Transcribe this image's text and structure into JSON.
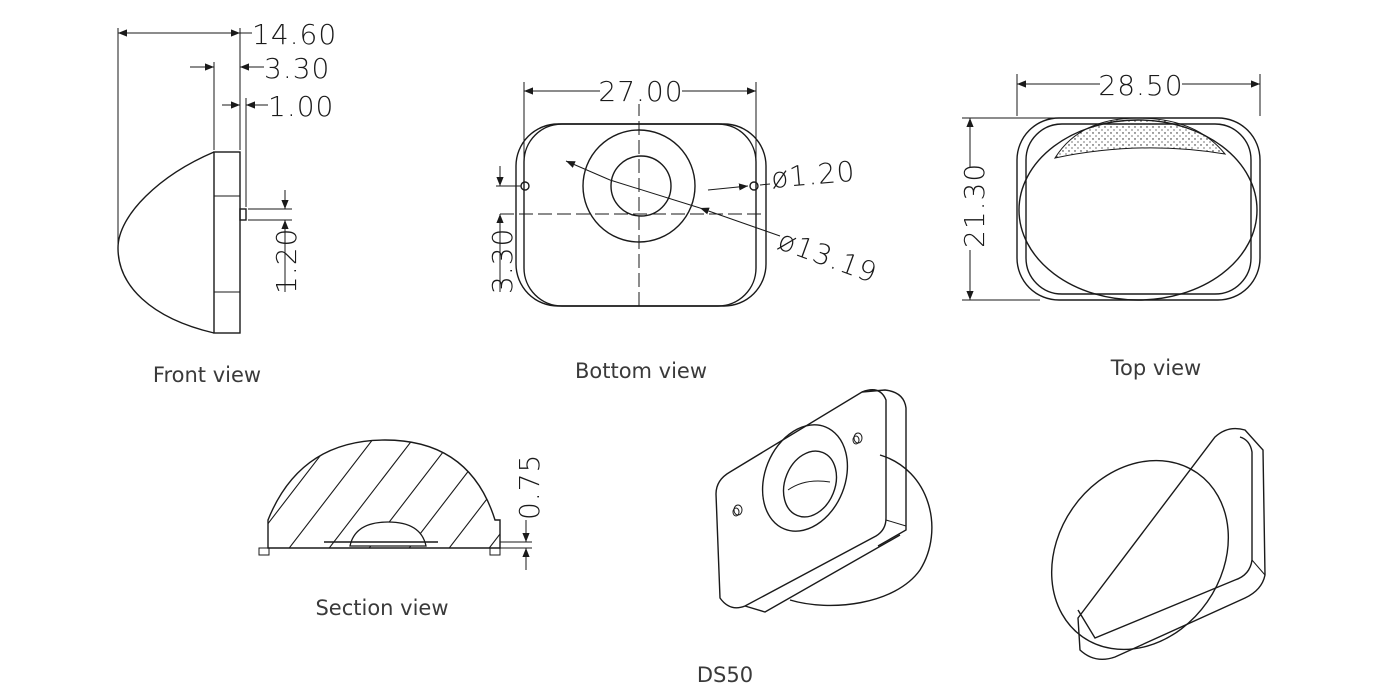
{
  "dimensions": {
    "front_overall": "14.60",
    "front_base": "3.30",
    "front_pin": "1.00",
    "front_pin_dia": "1.20",
    "bottom_width": "27.00",
    "bottom_pin_dia": "ø1.20",
    "bottom_lens_dia": "ø13.19",
    "bottom_offset": "3.30",
    "top_width": "28.50",
    "top_height": "21.30",
    "section_thickness": "0.75"
  },
  "captions": {
    "front": "Front view",
    "bottom": "Bottom view",
    "top": "Top view",
    "section": "Section view",
    "model": "DS50"
  }
}
